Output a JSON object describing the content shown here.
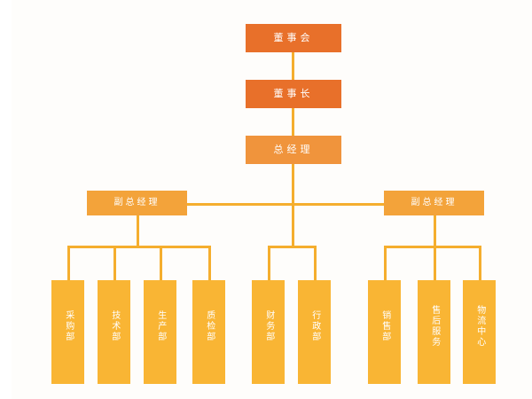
{
  "chart": {
    "type": "org-chart",
    "title": "",
    "background": "#fefdfb",
    "colors": {
      "level1": "#E8702A",
      "level2": "#E8702A",
      "level3": "#F0943C",
      "level4": "#F3A33A",
      "level5": "#F9B534",
      "connector": "#F5AE2E",
      "label": "#ffffff"
    }
  },
  "nodes": {
    "board": {
      "label": "董事会"
    },
    "chairman": {
      "label": "董事长"
    },
    "general_manager": {
      "label": "总经理"
    },
    "vice_left": {
      "label": "副总经理"
    },
    "vice_right": {
      "label": "副总经理"
    }
  },
  "departments": {
    "left_group": [
      {
        "label": "采购部"
      },
      {
        "label": "技术部"
      },
      {
        "label": "生产部"
      },
      {
        "label": "质检部"
      }
    ],
    "center_group": [
      {
        "label": "财务部"
      },
      {
        "label": "行政部"
      }
    ],
    "right_group": [
      {
        "label": "销售部"
      },
      {
        "label": "售后服务"
      },
      {
        "label": "物流中心"
      }
    ]
  }
}
